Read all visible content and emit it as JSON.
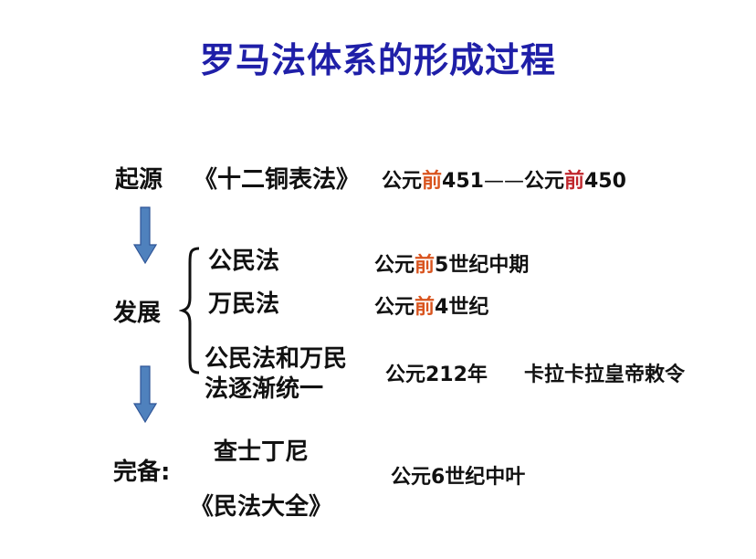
{
  "title": "罗马法体系的形成过程",
  "colors": {
    "title": "#1f1fa8",
    "highlight_orange": "#d9541e",
    "highlight_red": "#c0272d",
    "arrow_fill": "#4f81bd",
    "arrow_stroke": "#2f5597"
  },
  "origin": {
    "label": "起源",
    "law": "《十二铜表法》",
    "date_start_prefix": "公元",
    "date_start_highlight": "前",
    "date_start_year": "451",
    "dash": "——",
    "date_end_prefix": "公元",
    "date_end_highlight": "前",
    "date_end_year": "450"
  },
  "development": {
    "label": "发展",
    "items": [
      {
        "law": "公民法",
        "date_prefix": "公元",
        "date_highlight": "前",
        "date_suffix": "5世纪中期"
      },
      {
        "law": "万民法",
        "date_prefix": "公元",
        "date_highlight": "前",
        "date_suffix": "4世纪"
      },
      {
        "law_line1": "公民法和万民",
        "law_line2": "法逐渐统一",
        "date": "公元212年",
        "note": "卡拉卡拉皇帝敕令"
      }
    ]
  },
  "completion": {
    "label": "完备:",
    "person": "查士丁尼",
    "work": "《民法大全》",
    "date": "公元6世纪中叶"
  }
}
